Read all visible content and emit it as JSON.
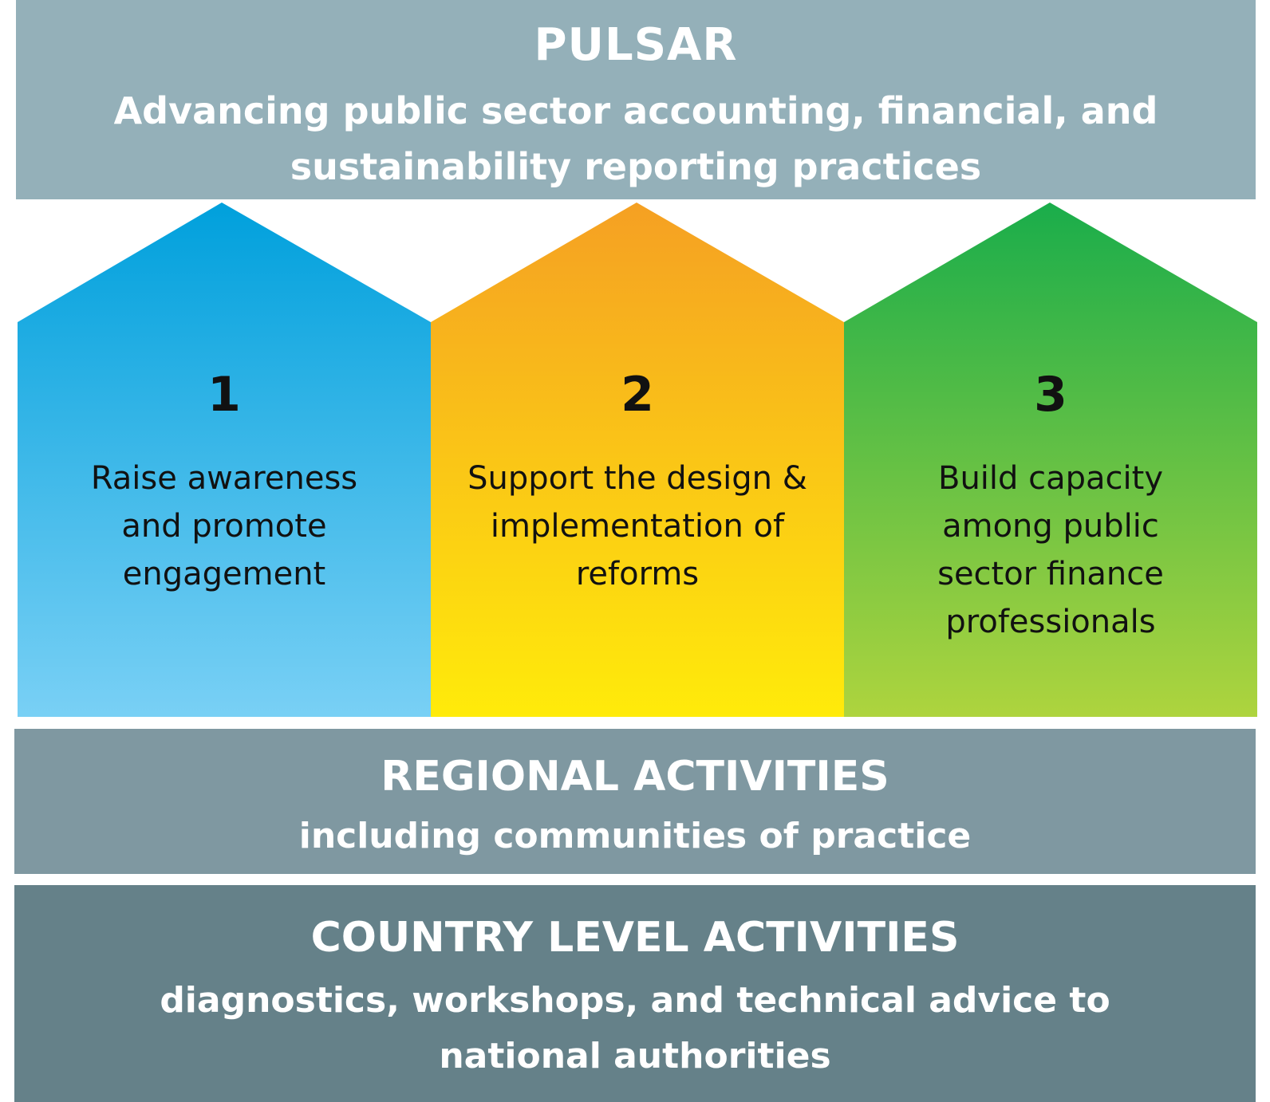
{
  "header": {
    "title": "PULSAR",
    "subtitle": "Advancing public sector accounting, financial, and sustainability reporting practices",
    "background": "#94b0b9"
  },
  "pillars": [
    {
      "number": "1",
      "text": "Raise awareness and promote engagement",
      "gradient_top": "#00a0dc",
      "gradient_bottom": "#79d0f5"
    },
    {
      "number": "2",
      "text": "Support the design & implementation of reforms",
      "gradient_top": "#f5a023",
      "gradient_bottom": "#ffeb0a"
    },
    {
      "number": "3",
      "text": "Build capacity among public sector finance professionals",
      "gradient_top": "#1aad4b",
      "gradient_bottom": "#aed43e"
    }
  ],
  "regional": {
    "title": "REGIONAL ACTIVITIES",
    "subtitle": "including communities of practice",
    "background": "#7f98a1"
  },
  "country": {
    "title": "COUNTRY LEVEL ACTIVITIES",
    "subtitle": "diagnostics, workshops, and technical advice to national authorities",
    "background": "#658189"
  }
}
